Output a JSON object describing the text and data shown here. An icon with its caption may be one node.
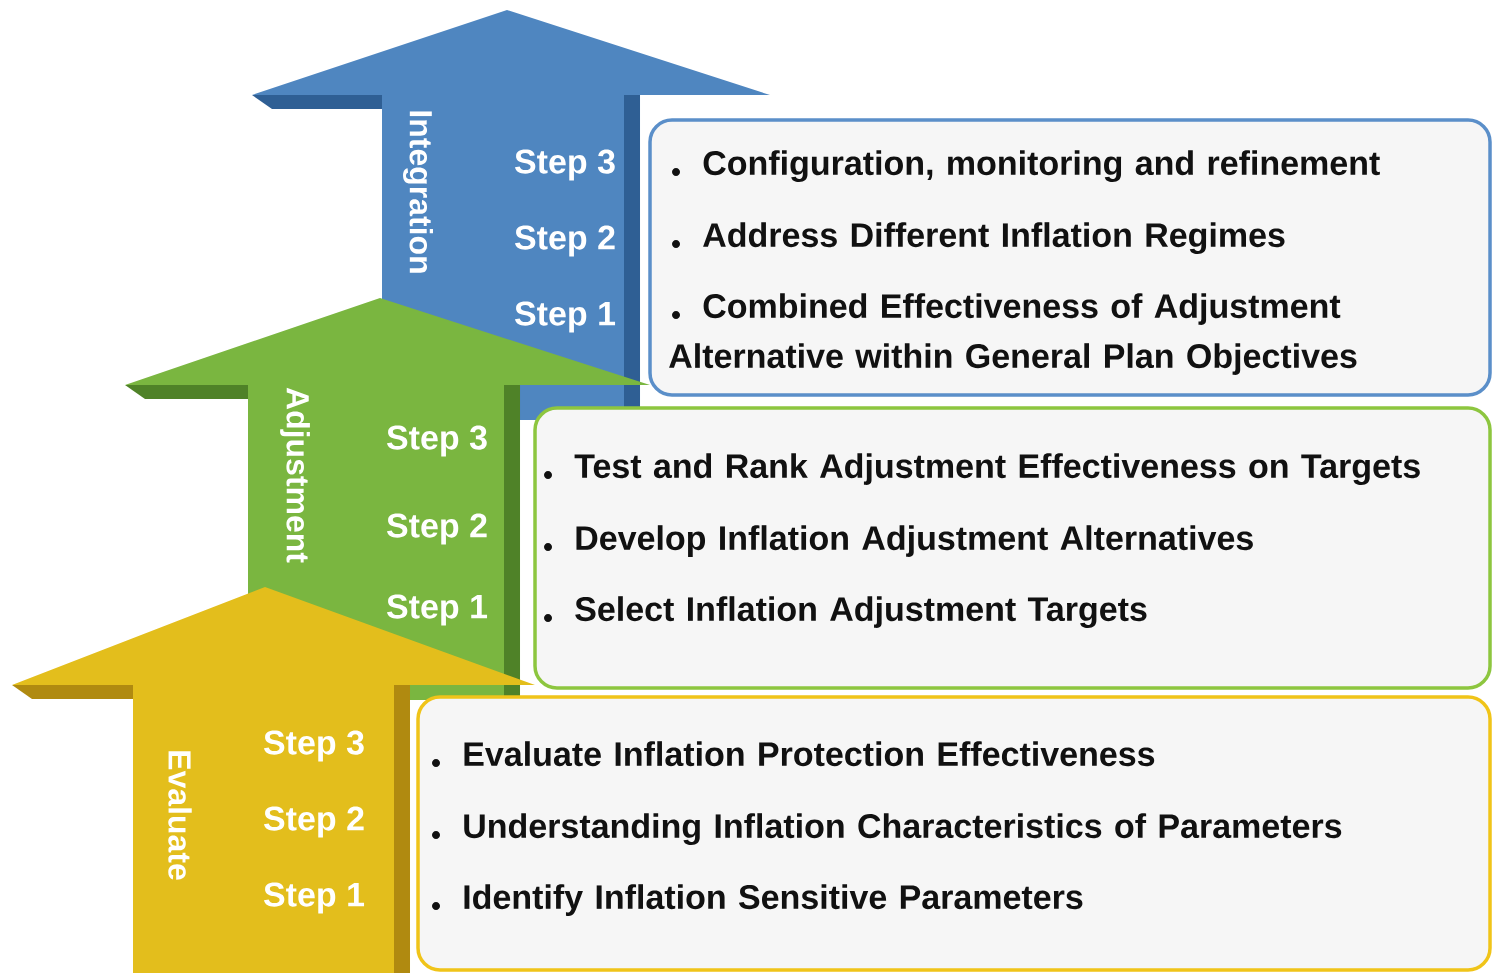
{
  "diagram": {
    "nodes": [
      {
        "text": [
          "Integration",
          "Step 3",
          "Step 2",
          "Step 1"
        ]
      },
      {
        "text": [
          "Configuration, monitoring and refinement",
          "Address Different Inflation Regimes",
          "Combined Effectiveness of Adjustment Alternative within General Plan Objectives"
        ]
      },
      {
        "text": [
          "Adjustment",
          "Step 3",
          "Step 2",
          "Step 1"
        ]
      },
      {
        "text": [
          "Test and Rank Adjustment Effectiveness on Targets",
          "Develop Inflation Adjustment Alternatives",
          "Select Inflation Adjustment Targets"
        ]
      },
      {
        "text": [
          "Evaluate",
          "Step 3",
          "Step 2",
          "Step 1"
        ]
      },
      {
        "text": [
          "Evaluate Inflation Protection Effectiveness",
          "Understanding Inflation Characteristics of Parameters",
          "Identify Inflation Sensitive Parameters"
        ]
      }
    ]
  }
}
